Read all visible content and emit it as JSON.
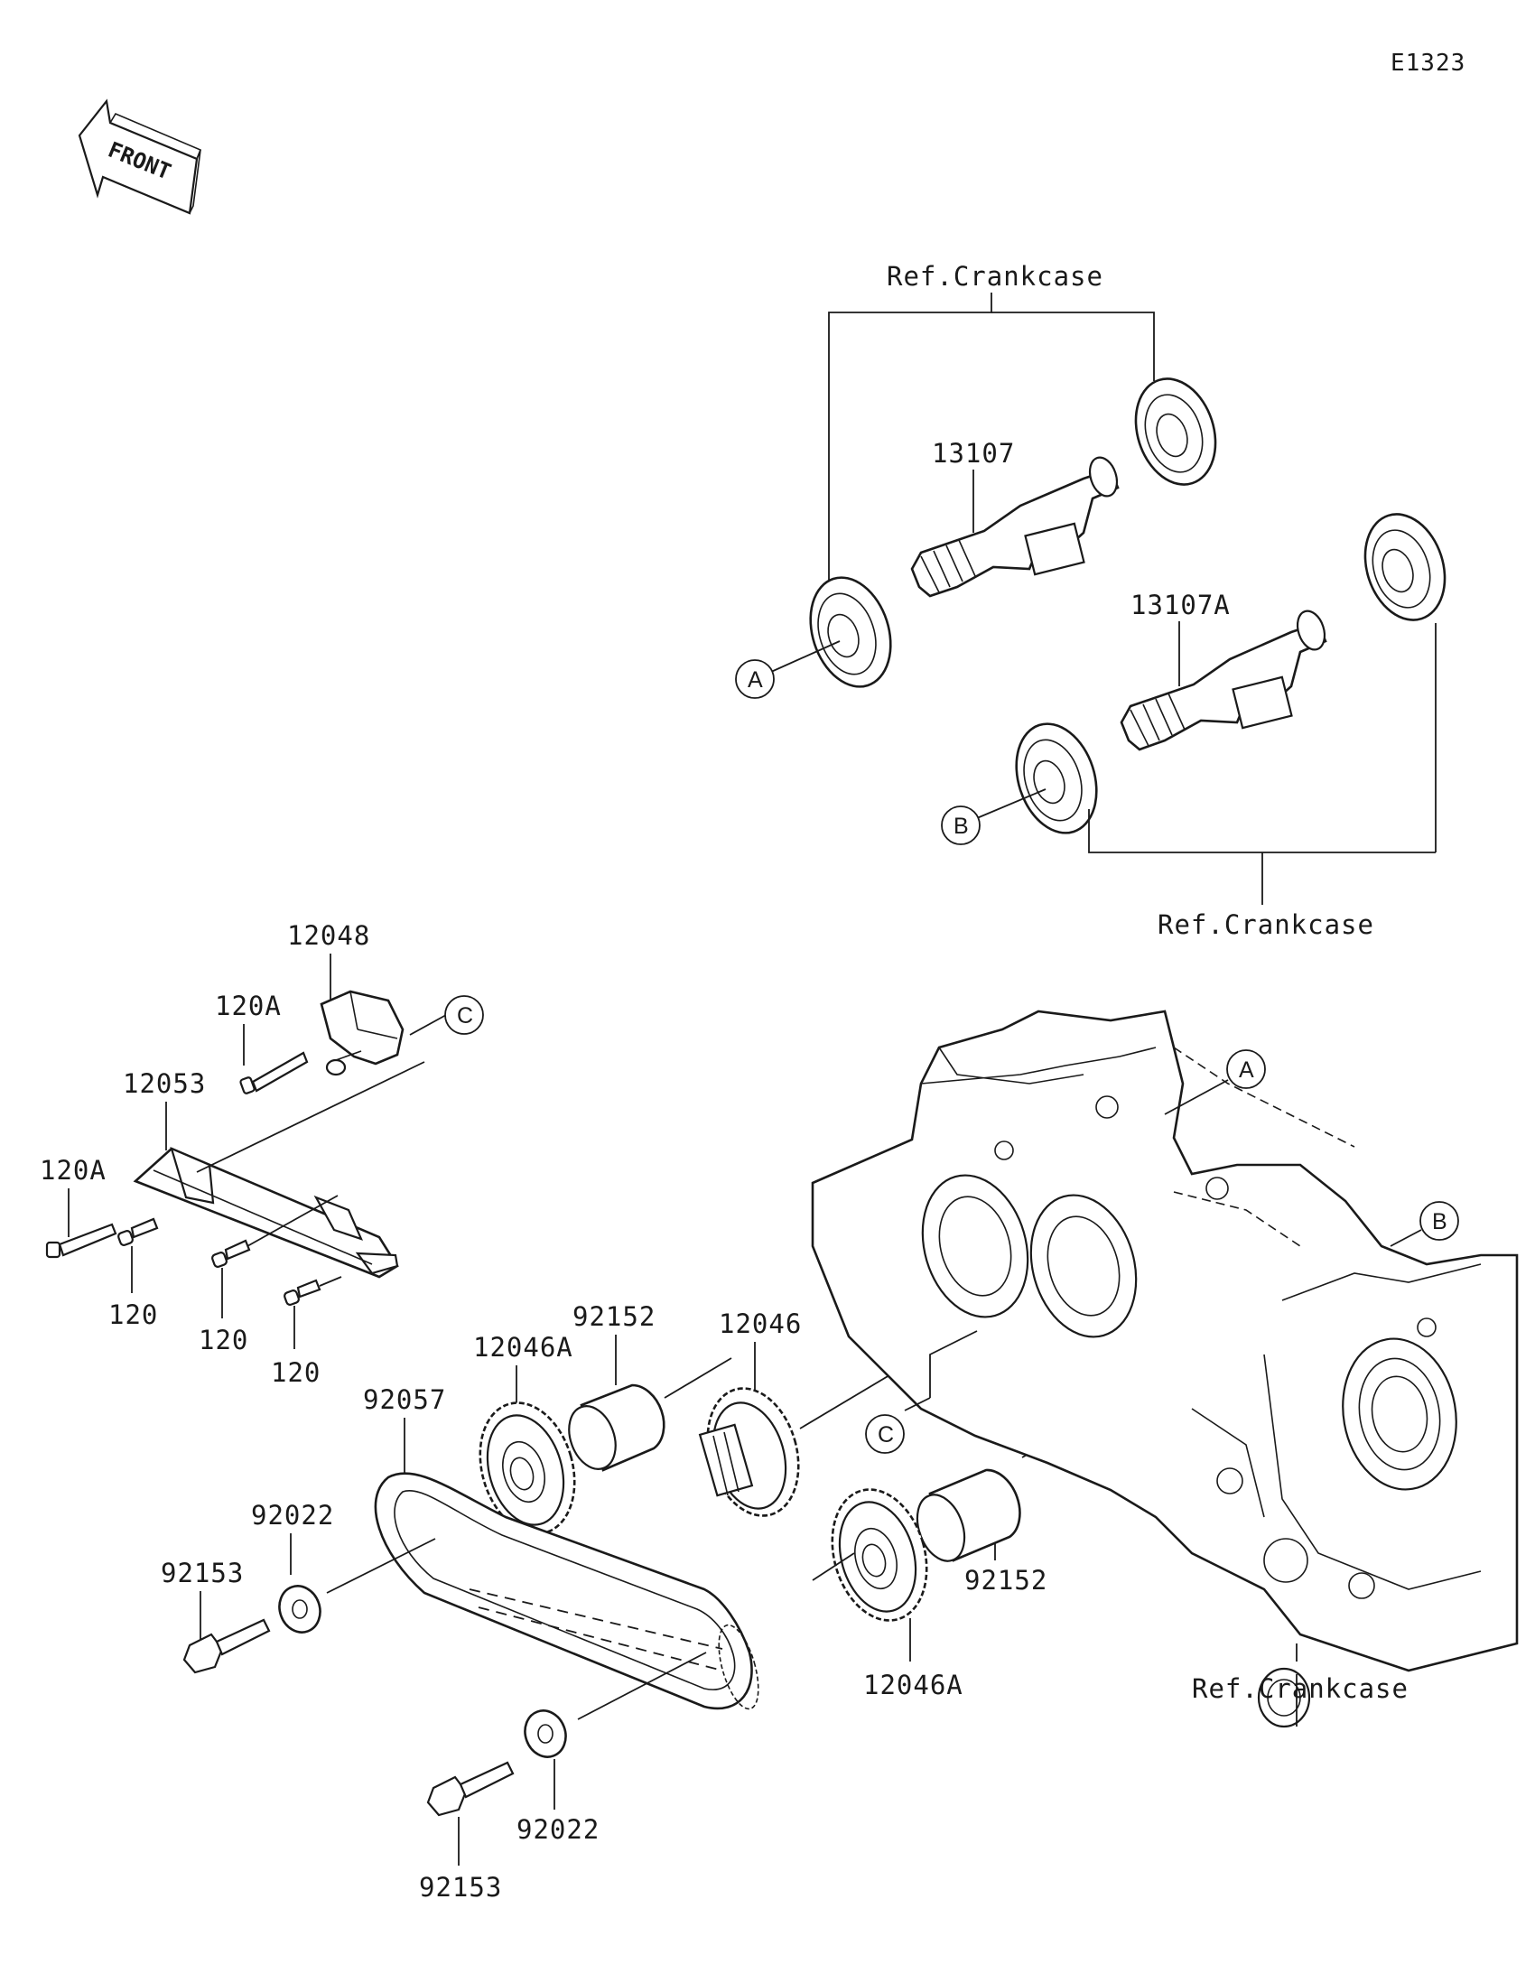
{
  "diagram_code": "E1323",
  "front_label": "FRONT",
  "ref_labels": {
    "top": "Ref.Crankcase",
    "right": "Ref.Crankcase",
    "bottom": "Ref.Crankcase"
  },
  "circle_labels": {
    "a_left": "A",
    "b_left": "B",
    "c_top": "C",
    "a_case": "A",
    "b_case": "B",
    "c_mid": "C"
  },
  "part_labels": {
    "p13107": "13107",
    "p13107A": "13107A",
    "p12048": "12048",
    "p120A_top": "120A",
    "p12053": "12053",
    "p120A_left": "120A",
    "p120_a": "120",
    "p120_b": "120",
    "p120_c": "120",
    "p92152_top": "92152",
    "p12046": "12046",
    "p12046A_top": "12046A",
    "p92057": "92057",
    "p92022_top": "92022",
    "p92153_top": "92153",
    "p92152_bottom": "92152",
    "p12046A_bottom": "12046A",
    "p92022_bottom": "92022",
    "p92153_bottom": "92153"
  }
}
